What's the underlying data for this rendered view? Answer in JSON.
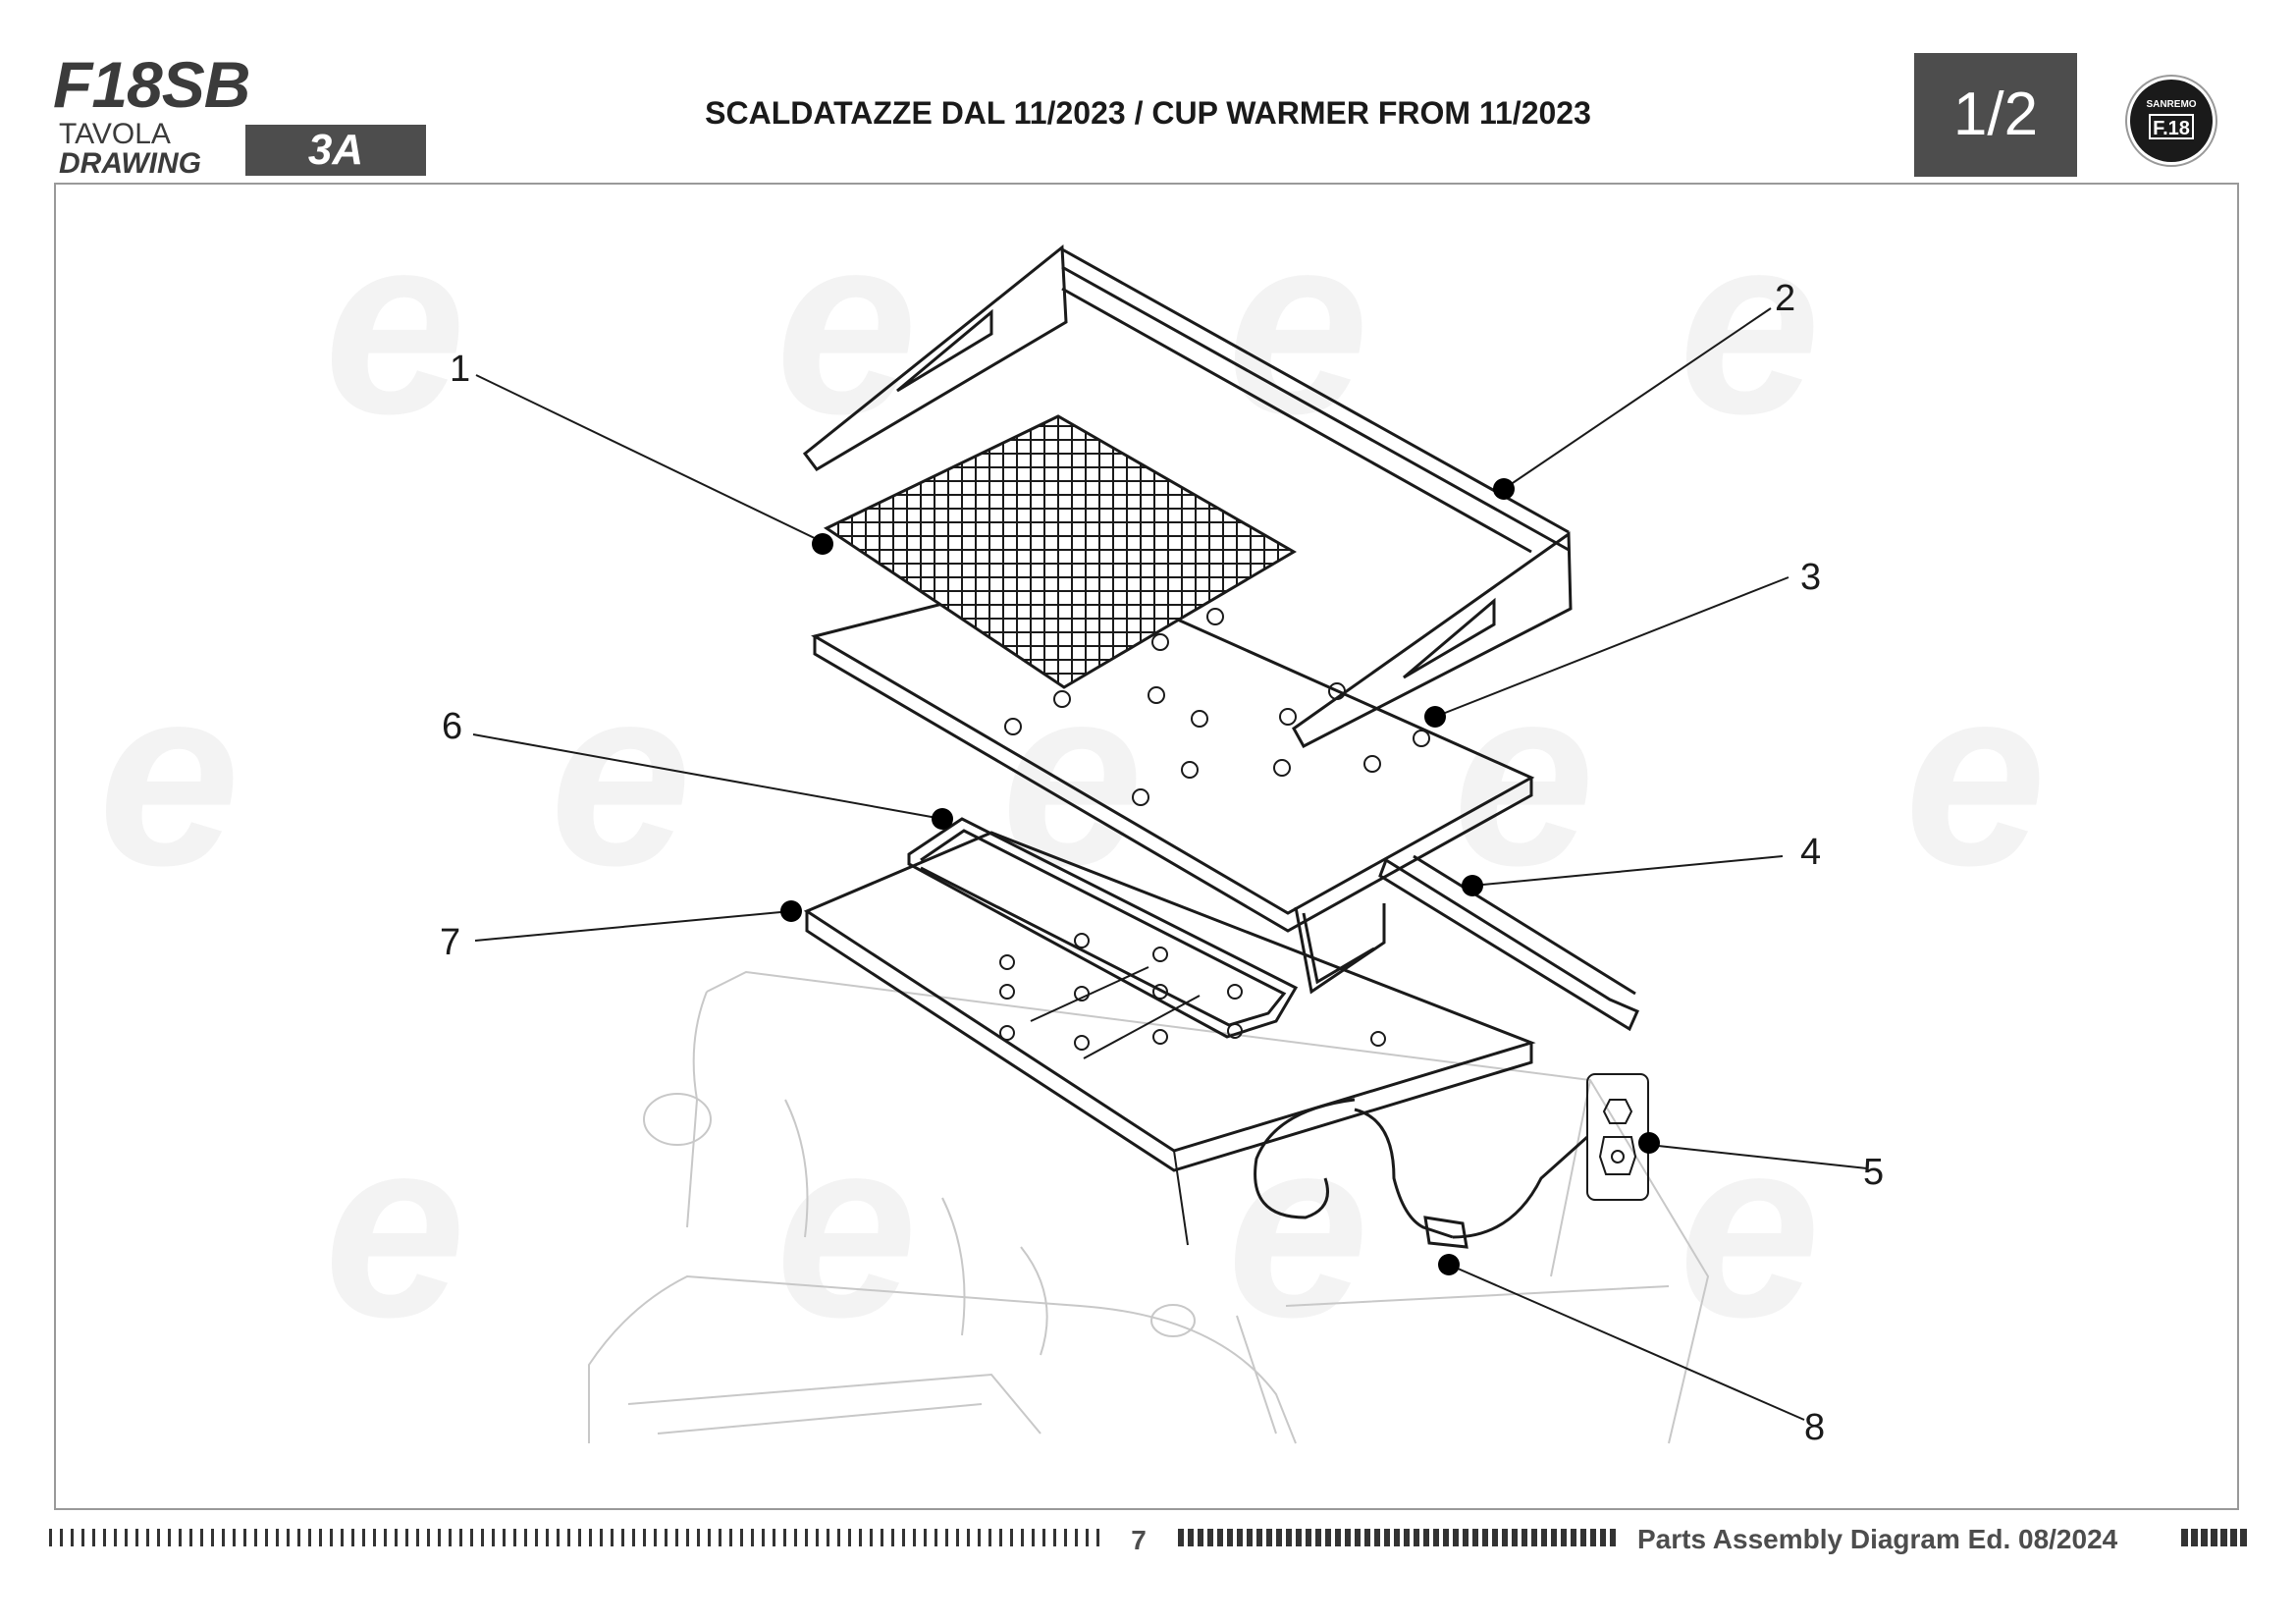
{
  "header": {
    "model": "F18SB",
    "tavola": "TAVOLA",
    "drawing": "DRAWING",
    "drawing_code": "3A",
    "title": "SCALDATAZZE DAL 11/2023 / CUP WARMER FROM 11/2023",
    "page_fraction": "1/2",
    "logo_brand": "SANREMO",
    "logo_model": "F.18"
  },
  "callouts": [
    "1",
    "2",
    "3",
    "4",
    "5",
    "6",
    "7",
    "8"
  ],
  "footer": {
    "page_number": "7",
    "edition": "Parts Assembly Diagram Ed. 08/2024"
  },
  "icons": [
    "sanremo-logo-icon"
  ]
}
